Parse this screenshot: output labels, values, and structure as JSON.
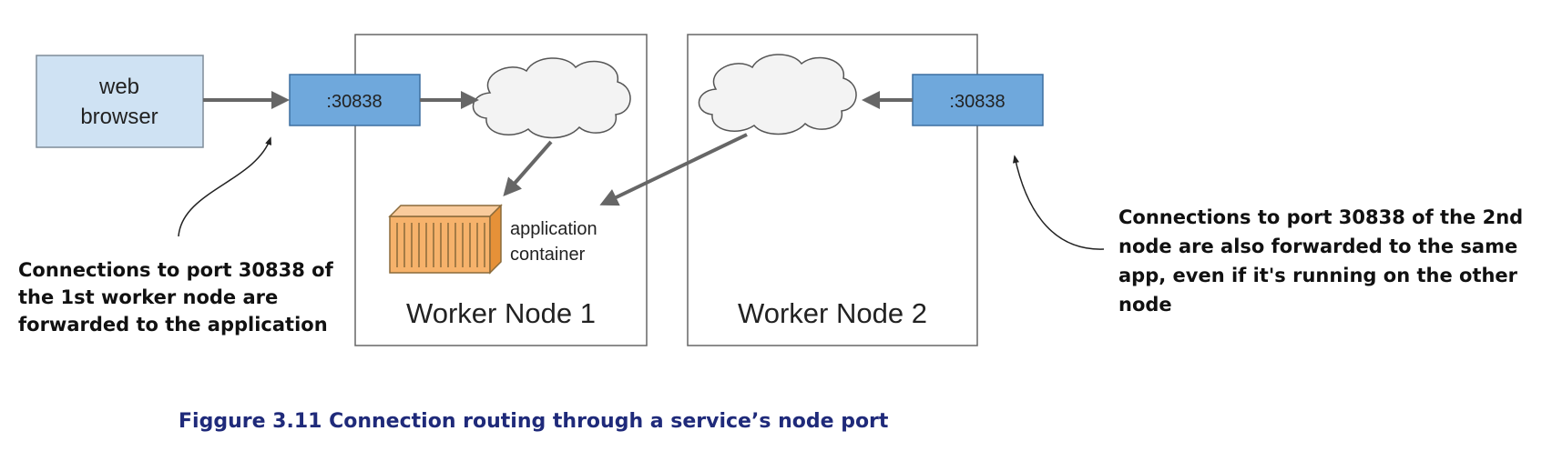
{
  "browser": {
    "label_line1": "web",
    "label_line2": "browser"
  },
  "node1": {
    "title": "Worker Node 1",
    "port": ":30838",
    "container_label_line1": "application",
    "container_label_line2": "container"
  },
  "node2": {
    "title": "Worker Node 2",
    "port": ":30838"
  },
  "annotation_left": {
    "lines": [
      "Connections to port 30838 of",
      "the 1st worker node are",
      "forwarded to the application"
    ]
  },
  "annotation_right": {
    "lines": [
      "Connections to port 30838 of the 2nd",
      "node are also forwarded to the same",
      "app, even if it's running on the other",
      "node"
    ]
  },
  "caption": "Figgure 3.11 Connection routing through a service’s node port",
  "colors": {
    "browser_fill": "#cfe2f3",
    "port_fill": "#6fa8dc",
    "container_fill": "#f6b26b",
    "caption_text": "#1f2a7a"
  },
  "icons": [
    "cloud-icon",
    "container-icon",
    "arrow-icon"
  ]
}
